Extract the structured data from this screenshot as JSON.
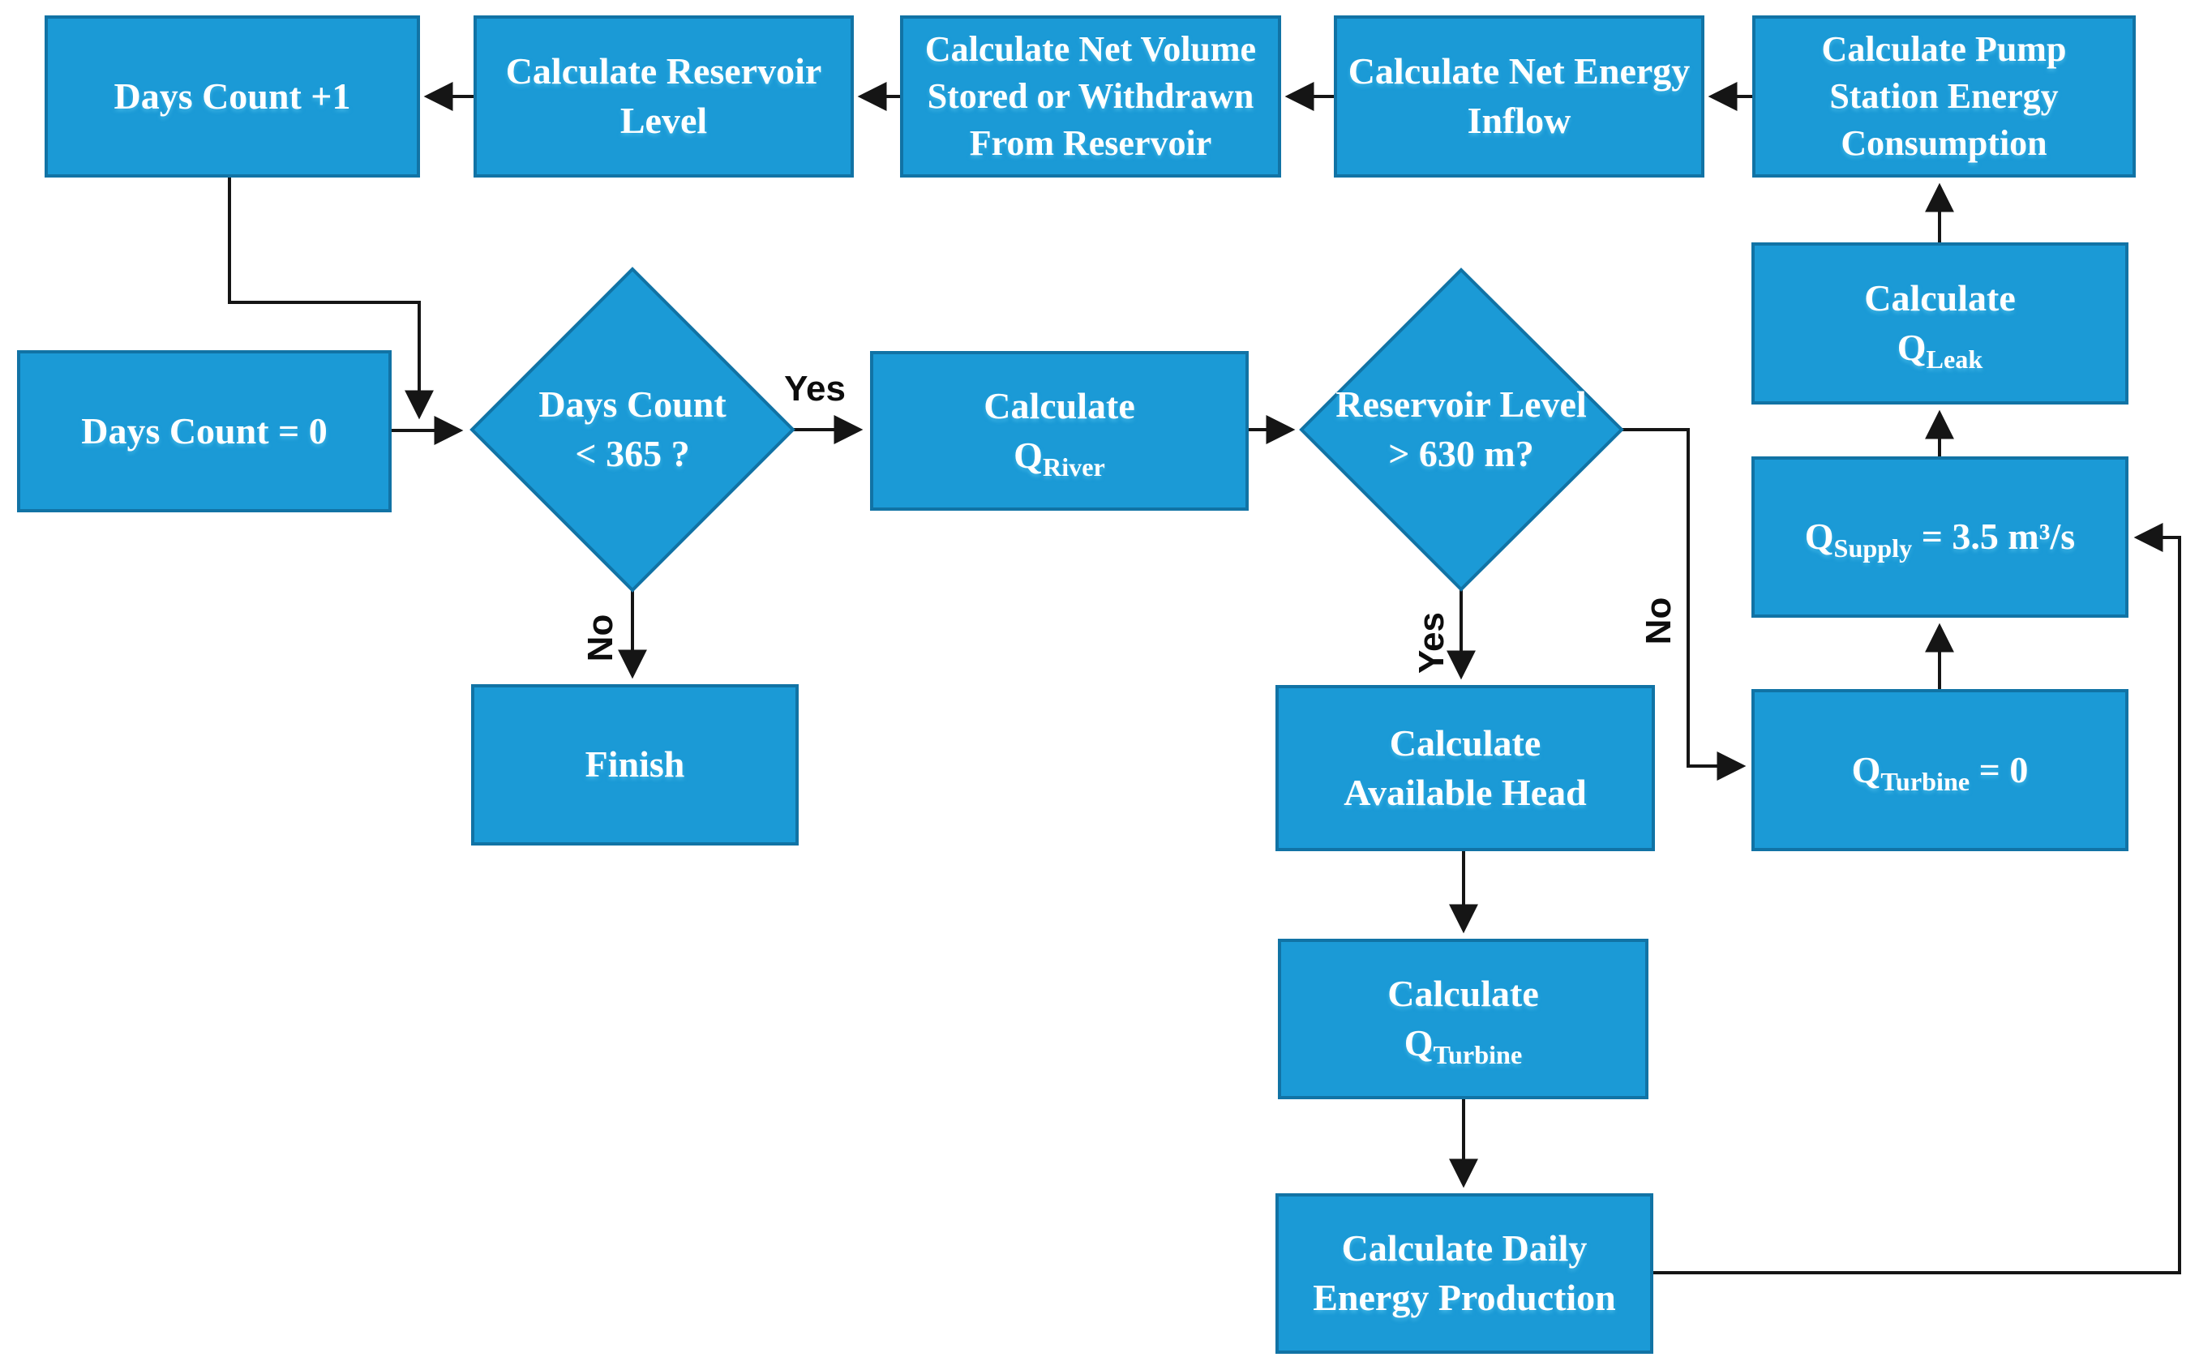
{
  "diagram": {
    "background": "#ffffff",
    "node_fill": "#1b9ad6",
    "node_border": "#1173a5",
    "line_color": "#151515",
    "text_color": "#ffffff"
  },
  "nodes": {
    "days_plus": {
      "label": "Days Count +1"
    },
    "reservoir_level": {
      "label": "Calculate Reservoir\nLevel"
    },
    "net_volume": {
      "label": "Calculate Net Volume\nStored or Withdrawn\nFrom Reservoir"
    },
    "net_energy": {
      "label": "Calculate Net Energy\nInflow"
    },
    "pump_energy": {
      "label": "Calculate Pump\nStation Energy\nConsumption"
    },
    "days_zero": {
      "label": "Days Count = 0"
    },
    "q_river": {
      "line1": "Calculate",
      "q": "Q",
      "sub": "River"
    },
    "q_leak": {
      "line1": "Calculate",
      "q": "Q",
      "sub": "Leak"
    },
    "q_supply": {
      "q": "Q",
      "sub": "Supply",
      "rest": " = 3.5 m³/s"
    },
    "q_turbine_zero": {
      "q": "Q",
      "sub": "Turbine",
      "rest": " = 0"
    },
    "finish": {
      "label": "Finish"
    },
    "available_head": {
      "label": "Calculate\nAvailable Head"
    },
    "q_turbine": {
      "line1": "Calculate",
      "q": "Q",
      "sub": "Turbine"
    },
    "daily_energy": {
      "label": "Calculate Daily\nEnergy Production"
    }
  },
  "decisions": {
    "days_count": {
      "label": "Days Count\n< 365 ?"
    },
    "reservoir": {
      "label": "Reservoir Level\n> 630 m?"
    }
  },
  "edge_labels": {
    "yes1": "Yes",
    "no1": "No",
    "yes2": "Yes",
    "no2": "No"
  }
}
